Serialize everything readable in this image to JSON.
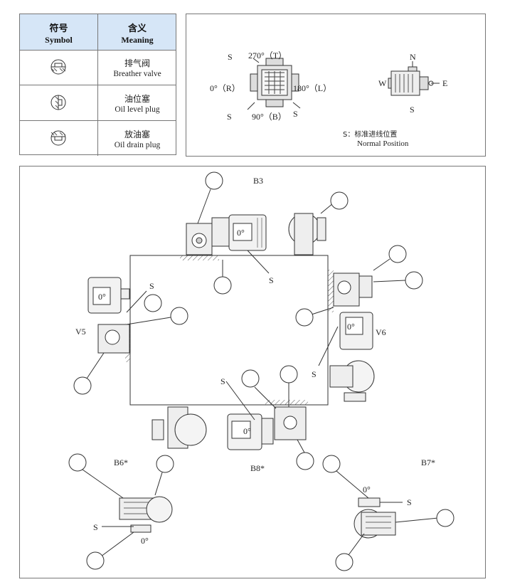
{
  "legend": {
    "header": {
      "symbol_cn": "符号",
      "symbol_en": "Symbol",
      "meaning_cn": "含义",
      "meaning_en": "Meaning"
    },
    "rows": [
      {
        "cn": "排气阀",
        "en": "Breather valve",
        "icon": "breather-valve-icon"
      },
      {
        "cn": "油位塞",
        "en": "Oil level plug",
        "icon": "oil-level-plug-icon"
      },
      {
        "cn": "放油塞",
        "en": "Oil drain plug",
        "icon": "oil-drain-plug-icon"
      }
    ]
  },
  "positions": {
    "angle_270": "270°（T）",
    "angle_0": "0°（R）",
    "angle_180": "180°（L）",
    "angle_90": "90°（B）",
    "s": "S",
    "n": "N",
    "w": "W",
    "e": "E",
    "note_cn": "S：标准进线位置",
    "note_en": "Normal Position"
  },
  "mounting": {
    "b3": "B3",
    "v5": "V5",
    "v6": "V6",
    "b6": "B6*",
    "b8": "B8*",
    "b7": "B7*",
    "s": "S",
    "zero": "0°"
  },
  "colors": {
    "line": "#333333",
    "header_bg": "#d6e6f7",
    "hatch": "#555555"
  }
}
